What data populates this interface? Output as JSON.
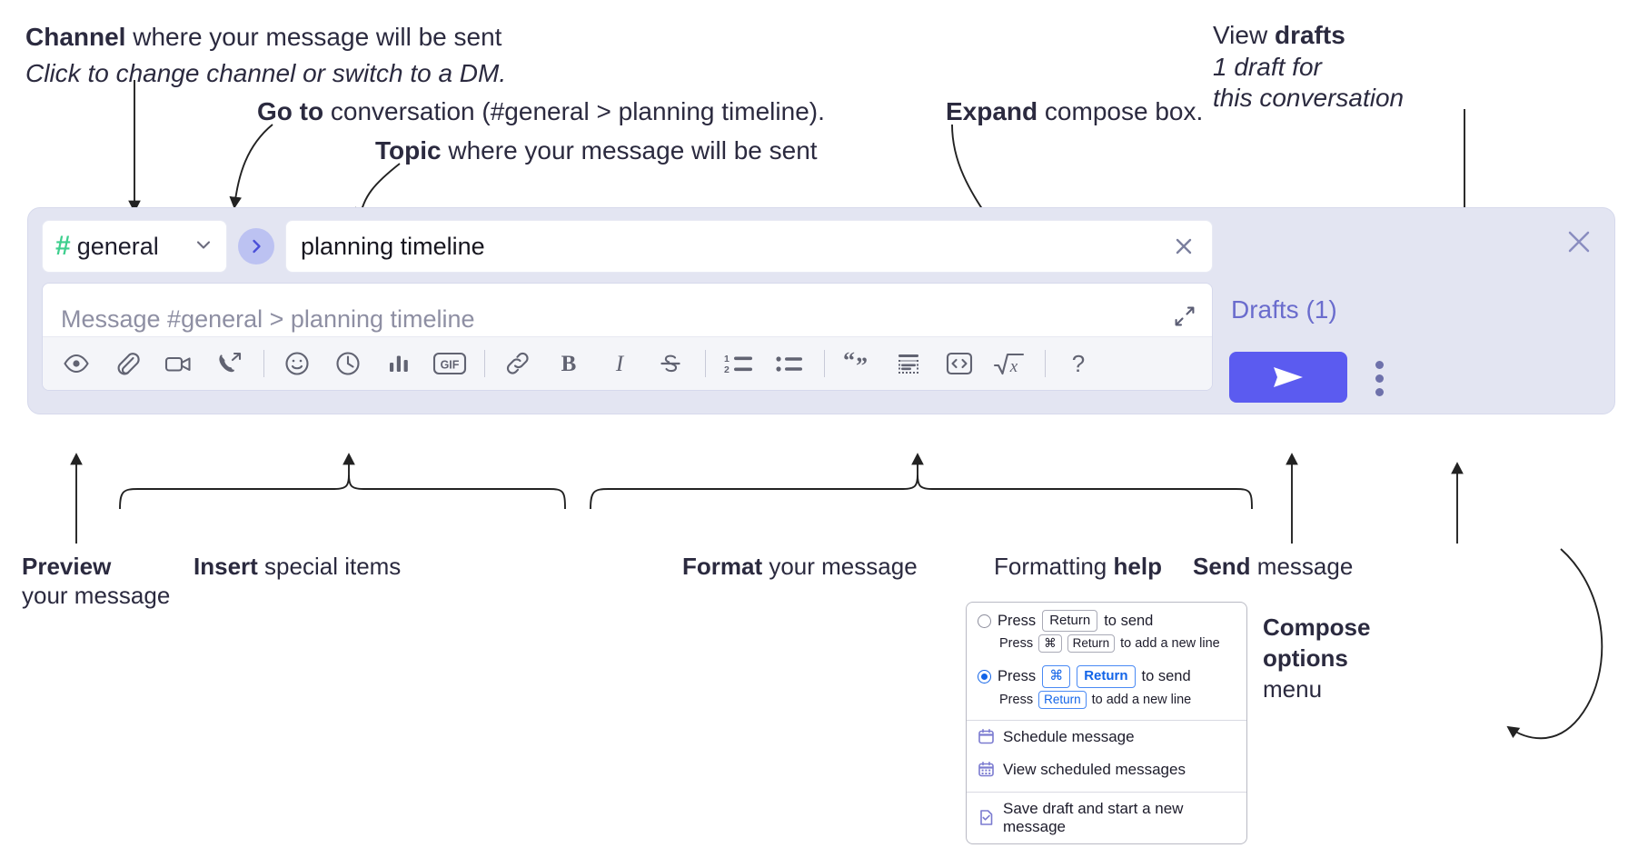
{
  "annotations": {
    "channel": {
      "bold": "Channel",
      "rest": " where your message will be sent",
      "sub": "Click to change channel or switch to a DM."
    },
    "goto": {
      "bold": "Go to",
      "rest": " conversation (#general > planning timeline)."
    },
    "topic": {
      "bold": "Topic",
      "rest": " where your message will be sent"
    },
    "expand": {
      "bold": "Expand",
      "rest": " compose box."
    },
    "drafts": {
      "lead": "View ",
      "bold": "drafts",
      "sub1": "1 draft for",
      "sub2": "this conversation"
    },
    "preview": {
      "bold": "Preview",
      "sub": "your message"
    },
    "insert": {
      "bold": "Insert",
      "rest": " special items"
    },
    "format": {
      "bold": "Format",
      "rest": " your message"
    },
    "help": {
      "lead": "Formatting ",
      "bold": "help"
    },
    "send": {
      "bold": "Send",
      "rest": " message"
    },
    "compose_options": {
      "bold1": "Compose",
      "bold2": "options",
      "rest": "menu"
    }
  },
  "compose": {
    "channel_chip": {
      "hash": "#",
      "name": "general",
      "chevron": "chevron-down"
    },
    "goto_button_glyph": "›",
    "topic_value": "planning timeline",
    "topic_clear_label": "×",
    "message_placeholder": "Message #general > planning timeline",
    "drafts_label": "Drafts (1)",
    "send_label": "send-arrow",
    "panel_close_label": "×",
    "toolbar": [
      {
        "name": "preview-icon",
        "label": "Preview"
      },
      {
        "name": "attachment-icon",
        "label": "Attach file"
      },
      {
        "name": "video-clip-icon",
        "label": "Record video clip"
      },
      {
        "name": "audio-clip-icon",
        "label": "Record audio clip"
      },
      {
        "name": "separator",
        "label": ""
      },
      {
        "name": "emoji-icon",
        "label": "Emoji"
      },
      {
        "name": "clock-icon",
        "label": "Reminder"
      },
      {
        "name": "poll-icon",
        "label": "Poll"
      },
      {
        "name": "gif-icon",
        "label": "GIF"
      },
      {
        "name": "separator",
        "label": ""
      },
      {
        "name": "link-icon",
        "label": "Link"
      },
      {
        "name": "bold-icon",
        "label": "B"
      },
      {
        "name": "italic-icon",
        "label": "I"
      },
      {
        "name": "strikethrough-icon",
        "label": "S"
      },
      {
        "name": "separator",
        "label": ""
      },
      {
        "name": "ordered-list-icon",
        "label": "Ordered list"
      },
      {
        "name": "bulleted-list-icon",
        "label": "Bulleted list"
      },
      {
        "name": "separator",
        "label": ""
      },
      {
        "name": "blockquote-icon",
        "label": "Blockquote"
      },
      {
        "name": "code-block-icon",
        "label": "Code block"
      },
      {
        "name": "code-icon",
        "label": "Code"
      },
      {
        "name": "math-icon",
        "label": "Math"
      },
      {
        "name": "separator",
        "label": ""
      },
      {
        "name": "help-icon",
        "label": "?"
      }
    ]
  },
  "options_menu": {
    "option_1": {
      "selected": false,
      "press": "Press",
      "key": "Return",
      "to_send": "to send",
      "sub_press": "Press",
      "sub_key1": "⌘",
      "sub_key2": "Return",
      "sub_rest": "to add a new line"
    },
    "option_2": {
      "selected": true,
      "press": "Press",
      "key1": "⌘",
      "key2": "Return",
      "to_send": "to send",
      "sub_press": "Press",
      "sub_key": "Return",
      "sub_rest": "to add a new line"
    },
    "items": [
      {
        "icon": "calendar-icon",
        "label": "Schedule message"
      },
      {
        "icon": "calendar-grid-icon",
        "label": "View scheduled messages"
      },
      {
        "icon": "save-draft-icon",
        "label": "Save draft and start a new message"
      }
    ]
  },
  "colors": {
    "panel_bg": "#e3e5f2",
    "accent_purple": "#5b5bf0",
    "drafts_text": "#6a6ccd",
    "hash_green": "#3ecf8e",
    "toolbar_bg": "#f4f5f9",
    "annotation_text": "#2b2a3f",
    "radio_blue": "#1264e8"
  }
}
